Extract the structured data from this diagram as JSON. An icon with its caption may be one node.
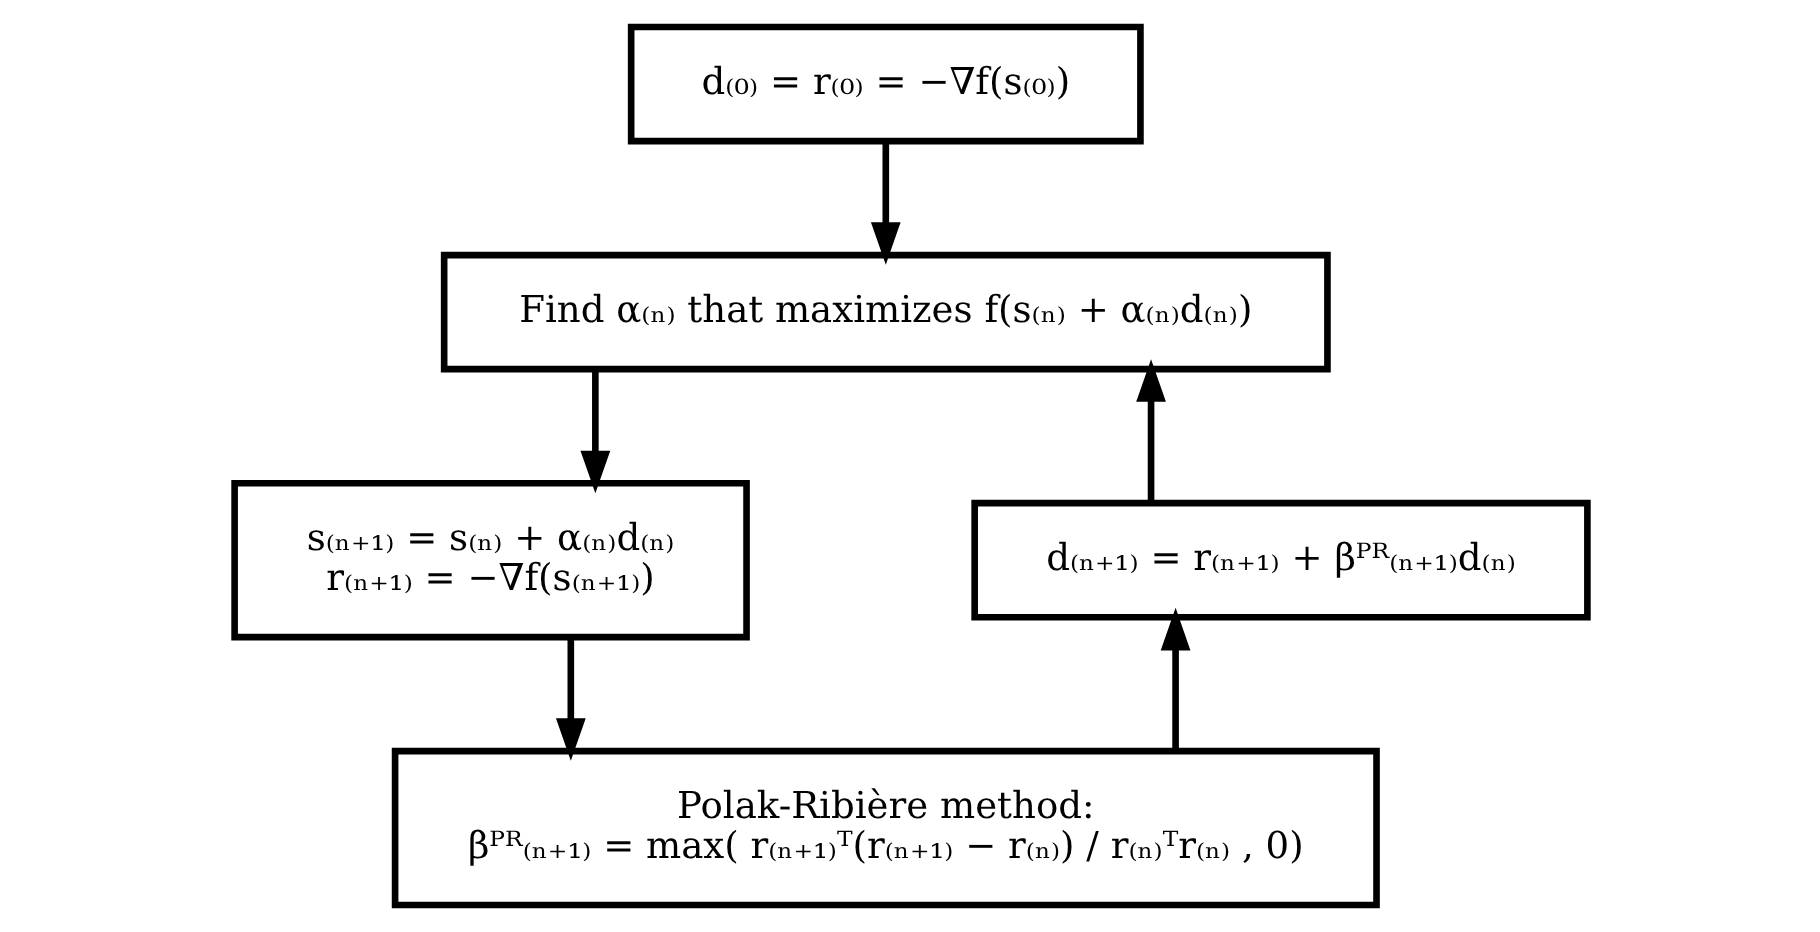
{
  "diagram": {
    "nodes": [
      {
        "text": [
          "d₍₀₎ = r₍₀₎ = −∇f(s₍₀₎)"
        ]
      },
      {
        "text": [
          "Find α₍ₙ₎ that maximizes f(s₍ₙ₎ + α₍ₙ₎d₍ₙ₎)"
        ]
      },
      {
        "text": [
          "s₍ₙ₊₁₎ = s₍ₙ₎ + α₍ₙ₎d₍ₙ₎",
          "r₍ₙ₊₁₎ = −∇f(s₍ₙ₊₁₎)"
        ]
      },
      {
        "text": [
          "Polak-Ribière method:",
          "βᴾᴿ₍ₙ₊₁₎ = max( r₍ₙ₊₁₎ᵀ(r₍ₙ₊₁₎ − r₍ₙ₎) / r₍ₙ₎ᵀr₍ₙ₎ , 0)"
        ]
      },
      {
        "text": [
          "d₍ₙ₊₁₎ = r₍ₙ₊₁₎ + βᴾᴿ₍ₙ₊₁₎d₍ₙ₎"
        ]
      }
    ],
    "edges": [
      {
        "from": 0,
        "to": 1,
        "arrow": "to"
      },
      {
        "from": 1,
        "to": 2,
        "arrow": "to"
      },
      {
        "from": 2,
        "to": 3,
        "arrow": "to"
      },
      {
        "from": 3,
        "to": 4,
        "arrow": "to"
      },
      {
        "from": 4,
        "to": 1,
        "arrow": "to"
      }
    ]
  }
}
